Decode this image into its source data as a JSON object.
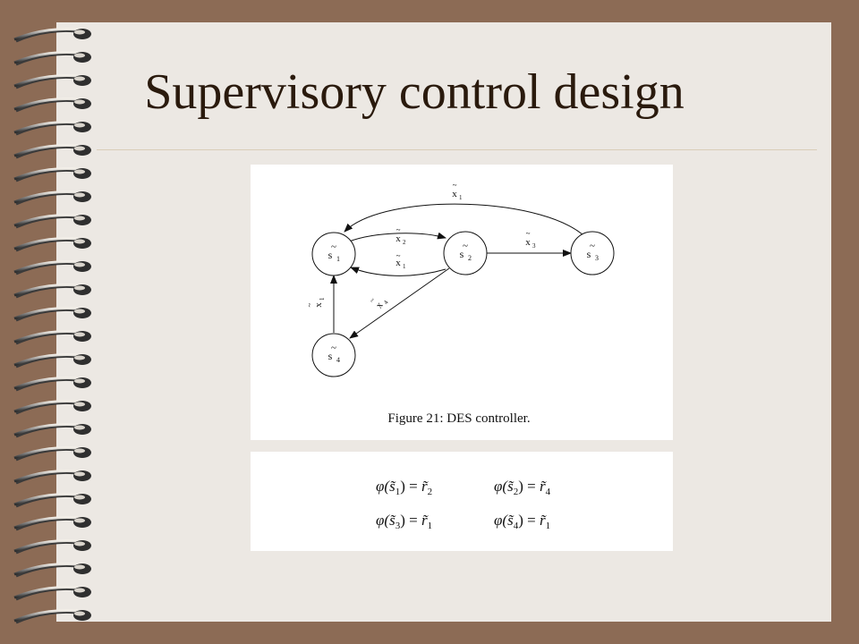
{
  "slide": {
    "title": "Supervisory control design"
  },
  "diagram": {
    "states": [
      {
        "name": "s",
        "sub": "1"
      },
      {
        "name": "s",
        "sub": "2"
      },
      {
        "name": "s",
        "sub": "3"
      },
      {
        "name": "s",
        "sub": "4"
      }
    ],
    "edges": [
      {
        "from": "s1",
        "to": "s2",
        "label": "x",
        "sub": "2"
      },
      {
        "from": "s2",
        "to": "s1",
        "label": "x",
        "sub": "1"
      },
      {
        "from": "s2",
        "to": "s3",
        "label": "x",
        "sub": "3"
      },
      {
        "from": "s3",
        "to": "s1",
        "label": "x",
        "sub": "1"
      },
      {
        "from": "s2",
        "to": "s4",
        "label": "x",
        "sub": "4"
      },
      {
        "from": "s4",
        "to": "s1",
        "label": "x",
        "sub": "1"
      }
    ],
    "caption": "Figure 21:  DES controller."
  },
  "formulas": {
    "row1": [
      {
        "lhs": "φ(s̃",
        "lhs_sub": "1",
        "rhs": "r̃",
        "rhs_sub": "2"
      },
      {
        "lhs": "φ(s̃",
        "lhs_sub": "2",
        "rhs": "r̃",
        "rhs_sub": "4"
      }
    ],
    "row2": [
      {
        "lhs": "φ(s̃",
        "lhs_sub": "3",
        "rhs": "r̃",
        "rhs_sub": "1"
      },
      {
        "lhs": "φ(s̃",
        "lhs_sub": "4",
        "rhs": "r̃",
        "rhs_sub": "1"
      }
    ]
  },
  "colors": {
    "frame": "#8c6b55",
    "slide": "#ece8e3",
    "title": "#2a1a0d"
  }
}
